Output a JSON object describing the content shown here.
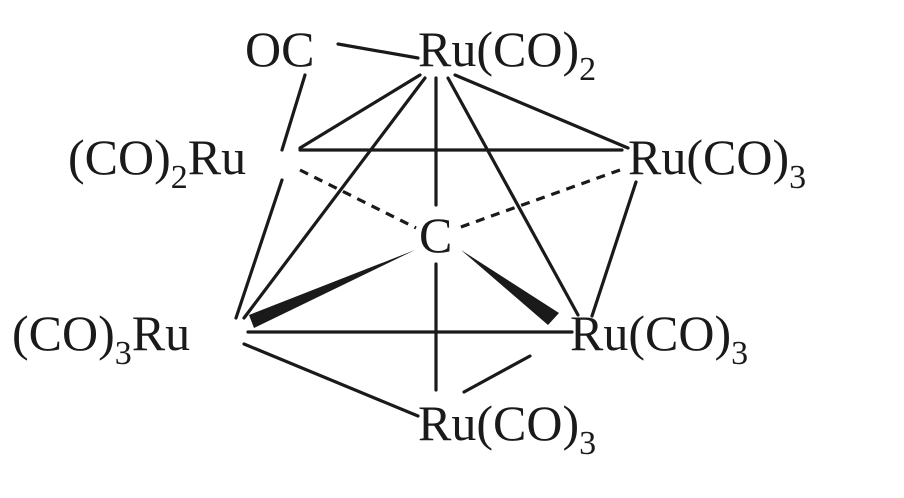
{
  "atoms": {
    "oc": {
      "main": "OC"
    },
    "ru_top": {
      "main": "Ru(CO)",
      "sub": "2"
    },
    "ru_ul": {
      "pre": "(CO)",
      "sub": "2",
      "post": "Ru"
    },
    "ru_ur": {
      "main": "Ru(CO)",
      "sub": "3"
    },
    "carbon": {
      "main": "C"
    },
    "ru_ll": {
      "pre": "(CO)",
      "sub": "3",
      "post": "Ru"
    },
    "ru_lr": {
      "main": "Ru(CO)",
      "sub": "3"
    },
    "ru_bottom": {
      "main": "Ru(CO)",
      "sub": "3"
    }
  },
  "colors": {
    "ink": "#1a1a1a",
    "background": "#ffffff"
  }
}
